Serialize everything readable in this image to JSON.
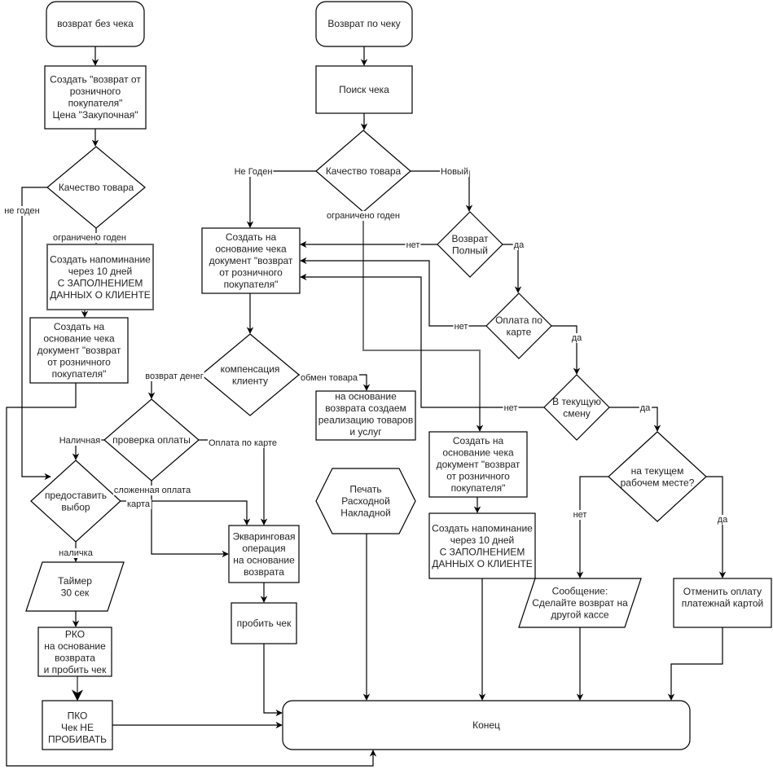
{
  "nodes": {
    "start_no_receipt": {
      "lines": [
        "возврат без чека"
      ]
    },
    "create_return_purchase": {
      "lines": [
        "Создать \"возврат от",
        "розничного",
        "покупателя\"",
        "Цена \"Закупочная\""
      ]
    },
    "quality_left": {
      "lines": [
        "Качество товара"
      ]
    },
    "reminder_left": {
      "lines": [
        "Создать напоминание",
        "через 10 дней",
        "С ЗАПОЛНЕНИЕМ",
        "ДАННЫХ О КЛИЕНТЕ"
      ]
    },
    "doc_left": {
      "lines": [
        "Создать на",
        "основание чека",
        "документ \"возврат",
        "от розничного",
        "покупателя\""
      ]
    },
    "payment_check": {
      "lines": [
        "проверка оплаты"
      ]
    },
    "provide_choice": {
      "lines": [
        "предоставить",
        "выбор"
      ]
    },
    "timer": {
      "lines": [
        "Таймер",
        "30 сек"
      ]
    },
    "rko": {
      "lines": [
        "РКО",
        "на основание",
        "возврата",
        "и пробить чек"
      ]
    },
    "pko": {
      "lines": [
        "ПКО",
        "Чек НЕ",
        "ПРОБИВАТЬ"
      ]
    },
    "acquiring": {
      "lines": [
        "Экваринговая",
        "операция",
        "на основание",
        "возврата"
      ]
    },
    "print_receipt": {
      "lines": [
        "пробить чек"
      ]
    },
    "start_with_receipt": {
      "lines": [
        "Возврат по чеку"
      ]
    },
    "search_receipt": {
      "lines": [
        "Поиск чека"
      ]
    },
    "quality_right": {
      "lines": [
        "Качество товара"
      ]
    },
    "doc_center": {
      "lines": [
        "Создать на",
        "основание чека",
        "документ \"возврат",
        "от розничного",
        "покупателя\""
      ]
    },
    "compensation": {
      "lines": [
        "компенсация",
        "клиенту"
      ]
    },
    "exchange_sale": {
      "lines": [
        "на основание",
        "возврата создаем",
        "реализацию товаров",
        "и услуг"
      ]
    },
    "print_invoice": {
      "lines": [
        "Печать",
        "Расходной",
        "Накладной"
      ]
    },
    "full_return": {
      "lines": [
        "Возврат",
        "Полный"
      ]
    },
    "card_payment": {
      "lines": [
        "Оплата по",
        "карте"
      ]
    },
    "current_shift": {
      "lines": [
        "В текущую",
        "смену"
      ]
    },
    "current_workplace": {
      "lines": [
        "на текущем",
        "рабочем месте?"
      ]
    },
    "doc_right": {
      "lines": [
        "Создать на",
        "основание чека",
        "документ \"возврат",
        "от розничного",
        "покупателя\""
      ]
    },
    "reminder_right": {
      "lines": [
        "Создать напоминание",
        "через 10 дней",
        "С ЗАПОЛНЕНИЕМ",
        "ДАННЫХ О КЛИЕНТЕ"
      ]
    },
    "message_other_register": {
      "lines": [
        "Сообщение:",
        "Сделайте возврат на",
        "другой кассе"
      ]
    },
    "cancel_card_payment": {
      "lines": [
        "Отменить оплату",
        "платежнай картой"
      ]
    },
    "end": {
      "lines": [
        "Конец"
      ]
    }
  },
  "edge_labels": {
    "not_suitable_left": "не годен",
    "limited_left": "ограничено годен",
    "not_suitable_right": "Не Годен",
    "new": "Новый",
    "limited_right": "ограничено годен",
    "full_no": "нет",
    "full_yes": "да",
    "card_no": "нет",
    "card_yes": "да",
    "shift_no": "нет",
    "shift_yes": "да",
    "workplace_no": "нет",
    "workplace_yes": "да",
    "money_back": "возврат денег",
    "exchange": "обмен товара",
    "cash": "Наличная",
    "card_pay": "Оплата по карте",
    "mixed_pay": "сложенная оплата",
    "card": "карта",
    "cash_choice": "наличка"
  }
}
